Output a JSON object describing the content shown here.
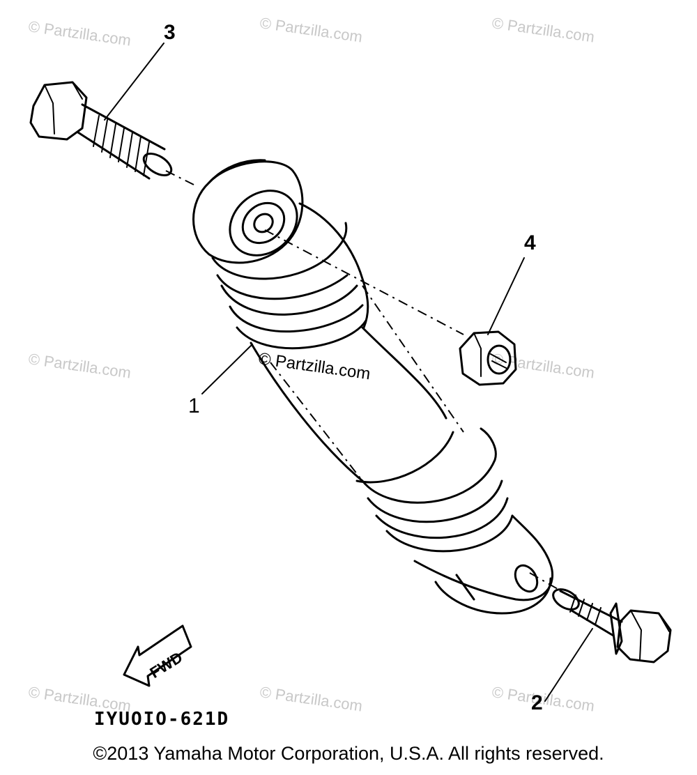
{
  "watermark": "© Partzilla.com",
  "callouts": {
    "shock_absorber": "1",
    "lower_bolt": "2",
    "upper_bolt": "3",
    "nut": "4"
  },
  "fwd_label": "FWD",
  "diagram_code": "IYUOIO-621D",
  "copyright": "©2013 Yamaha Motor Corporation, U.S.A. All rights reserved."
}
